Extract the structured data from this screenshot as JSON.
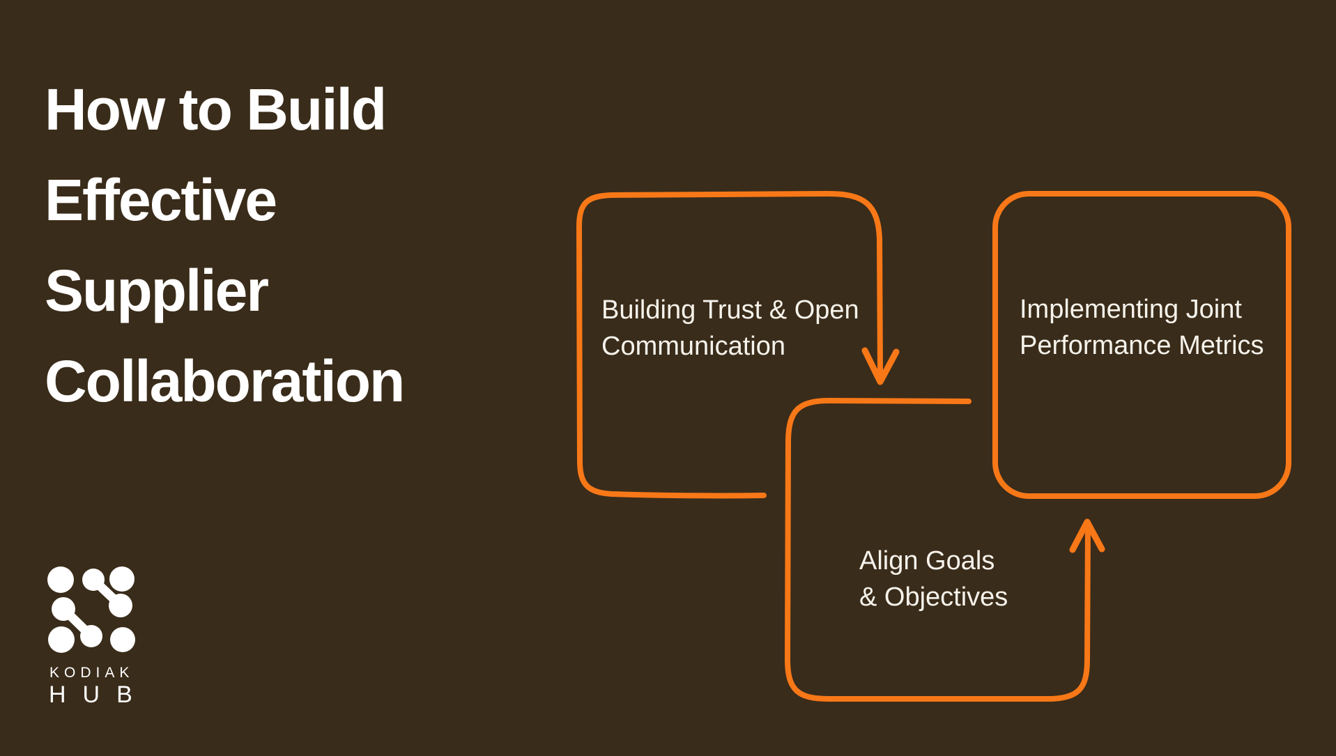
{
  "slide": {
    "title_lines": [
      "How to Build",
      "Effective",
      "Supplier",
      "Collaboration"
    ]
  },
  "diagram": {
    "steps": [
      {
        "id": "trust",
        "line1": "Building Trust & Open",
        "line2": "Communication"
      },
      {
        "id": "goals",
        "line1": "Align Goals",
        "line2": "& Objectives"
      },
      {
        "id": "metrics",
        "line1": "Implementing Joint",
        "line2": "Performance Metrics"
      }
    ]
  },
  "logo": {
    "brand_top": "KODIAK",
    "brand_bottom": "HUB"
  },
  "colors": {
    "background": "#3A2C1A",
    "accent": "#F87818",
    "title_text": "#FFFFFF",
    "label_text": "#F6F3EC",
    "logo": "#FFFFFF"
  }
}
